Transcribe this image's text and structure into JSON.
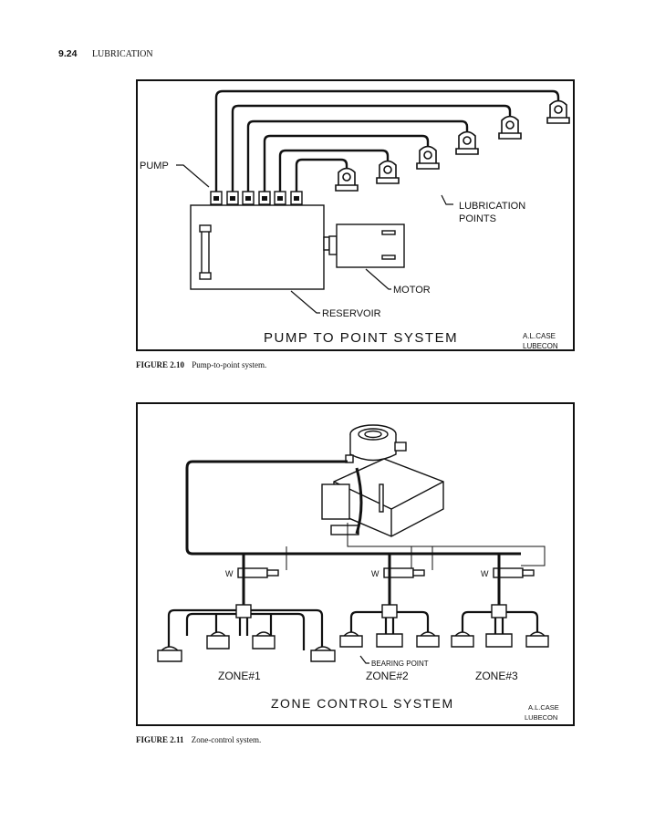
{
  "header": {
    "page_number": "9.24",
    "section": "LUBRICATION"
  },
  "figure1": {
    "labels": {
      "pump": "PUMP",
      "lubrication_points_1": "LUBRICATION",
      "lubrication_points_2": "POINTS",
      "motor": "MOTOR",
      "reservoir": "RESERVOIR",
      "title": "PUMP TO POINT SYSTEM",
      "signature_1": "A.L.CASE",
      "signature_2": "LUBECON"
    },
    "caption": {
      "number": "FIGURE 2.10",
      "text": "Pump-to-point system."
    }
  },
  "figure2": {
    "labels": {
      "bearing_point": "BEARING POINT",
      "zone1": "ZONE#1",
      "zone2": "ZONE#2",
      "zone3": "ZONE#3",
      "title": "ZONE CONTROL SYSTEM",
      "signature_1": "A.L.CASE",
      "signature_2": "LUBECON"
    },
    "caption": {
      "number": "FIGURE 2.11",
      "text": "Zone-control system."
    }
  }
}
